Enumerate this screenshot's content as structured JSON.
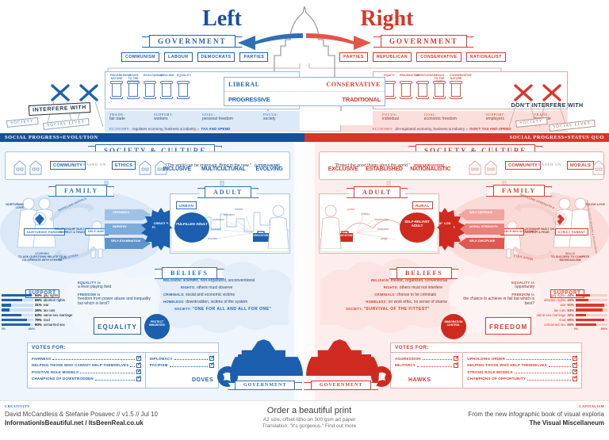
{
  "meta": {
    "colors": {
      "left": "#1f62ad",
      "left_dark": "#16509a",
      "right": "#d9382c",
      "right_dark": "#c32a20",
      "left_tint": "#dce9f6",
      "right_tint": "#fadedc",
      "grey": "#6f6f6f"
    }
  },
  "top": {
    "left_title": "Left",
    "right_title": "Right",
    "left_government": "GOVERNMENT",
    "right_government": "GOVERNMENT",
    "left_parties_label": "PARTIES",
    "right_parties_label": "PARTIES",
    "left_parties": [
      "COMMUNISM",
      "LABOUR",
      "DEMOCRATS"
    ],
    "right_parties": [
      "REPUBLICAN",
      "CONSERVATIVE",
      "NATIONALIST"
    ],
    "left_pillars": [
      "PROGRESSIVE NATURE",
      "LOOKS TO THE FUTURE",
      "EGALITARIAN",
      "IDEALISM",
      "EQUALITY"
    ],
    "right_pillars": [
      "EQUITY",
      "PRAGMATISM",
      "MERITOCRACY",
      "LOOKS TO THE PAST",
      "CONSERVATIVE NATURE"
    ],
    "ideology": {
      "left_a": "LIBERAL",
      "left_b": "PROGRESSIVE",
      "right_a": "CONSERVATIVE",
      "right_b": "TRADITIONAL"
    },
    "left_attrs": [
      {
        "k": "TRADE:",
        "v": "fair trade"
      },
      {
        "k": "SUPPORT:",
        "v": "workers"
      },
      {
        "k": "GOAL:",
        "v": "personal freedom"
      },
      {
        "k": "FOCUS:",
        "v": "society"
      }
    ],
    "right_attrs": [
      {
        "k": "FOCUS:",
        "v": "individual"
      },
      {
        "k": "GOAL:",
        "v": "economic freedom"
      },
      {
        "k": "SUPPORT:",
        "v": "employers"
      },
      {
        "k": "TRADE:",
        "v": "free trade"
      }
    ],
    "left_economy_key": "ECONOMY:",
    "left_economy_text": "regulates economy, business & industry =",
    "left_economy_hl": "TAX AND SPEND",
    "right_economy_key": "ECONOMY:",
    "right_economy_text": "de-regulated economy, business & industry =",
    "right_economy_hl": "DON'T TAX AND SPEND",
    "left_interfere": "INTERFERE WITH",
    "right_interfere": "DON'T INTERFERE WITH",
    "society_tag": "SOCIETY",
    "social_lives_tag": "SOCIAL LIVES"
  },
  "bands": {
    "left": "SOCIAL PROGRESS=EVOLUTION",
    "right": "SOCIAL PROGRESS=STATUS QUO"
  },
  "society": {
    "heading_left": "SOCIETY & CULTURE",
    "heading_right": "SOCIETY & CULTURE",
    "left_community": "COMMUNITY",
    "left_basedon": "BASED ON",
    "left_ethics": "ETHICS",
    "left_quote": "\"The world can be improved. Bring in the new.\"",
    "left_quote_tag": "(UTOPIANISM)",
    "left_words": [
      "INCLUSIVE",
      "MULTICULTURAL",
      "EVOLVING"
    ],
    "right_community": "COMMUNITY",
    "right_basedon": "BASED ON",
    "right_morals": "MORALS",
    "right_quote": "\"Protect the good things about the world.\"",
    "right_quote_tag": "(PRESERVATION)",
    "right_words": [
      "EXCLUSIVE",
      "ESTABLISHED",
      "NATIONALISTIC"
    ]
  },
  "family": {
    "left_heading": "FAMILY",
    "left_nurturing_love": "NURTURING LOVE",
    "left_instilling": "INSTILLING MORALS",
    "left_parent": "NURTURING PARENT",
    "left_relationship": "RELATIONSHIP BUILT ON RESPECT & TRUST",
    "left_child": "SELF-NURTURING CHILD",
    "left_arrows": [
      "OPENNESS",
      "EMPATHY",
      "SELF-EXAMINATION"
    ],
    "left_star": "CREATES POTENTIAL",
    "left_learning": "LEARNING",
    "left_learning_text": "TO ASK QUESTIONS RELATE TO & CO-OPERATE WITH OTHERS",
    "left_education": "EDUCATION",
    "right_heading": "FAMILY",
    "right_tough_love": "TOUGH LOVE",
    "right_instilling": "INSTILLING STRENGTH &",
    "right_parent": "STRICT PARENT",
    "right_relationship": "RELATIONSHIP BUILT ON RESPECT & FEAR",
    "right_child": "SELF-RELIANT CHILD",
    "right_arrows": [
      "SELF-DEFENCE",
      "MORAL STRENGTH",
      "SELF-DISCIPLINE"
    ],
    "right_star": "BUILDS CHARACTER",
    "right_skills": "SKILLS",
    "right_skills_text": "TO SUCCEED TO COMPETE INDIVIDUALISM",
    "right_education": "EDUCATION",
    "right_outer": "PRINCIPLES OF REWARD & PUNISHMENT"
  },
  "adult": {
    "left_heading": "ADULT",
    "left_tag": "URBAN",
    "left_circle": "FULFILLED ADULT",
    "left_jobs": [
      "media",
      "architect",
      "professor",
      "scientist",
      "teacher"
    ],
    "left_case": "EDUCATION",
    "right_heading": "ADULT",
    "right_tag": "RURAL",
    "right_circle": "SELF-RELIANT ADULT",
    "right_jobs": [
      "police",
      "military",
      "stockbroker",
      "business",
      "judge"
    ],
    "right_case": "EDUCATION"
  },
  "beliefs": {
    "left_heading": "BELIEFS",
    "left_rows": [
      {
        "k": "RELIGION:",
        "v": "scientific, non-organized, unconventional"
      },
      {
        "k": "RIGHTS:",
        "v": "others must observe"
      },
      {
        "k": "CRIMINALS:",
        "v": "social and economic victims"
      },
      {
        "k": "HOMELESS:",
        "v": "downtrodden, victims of the system"
      },
      {
        "k": "SOCIETY:",
        "v": "\"ONE FOR ALL AND ALL FOR ONE\""
      }
    ],
    "right_heading": "BELIEFS",
    "right_rows": [
      {
        "k": "RELIGION:",
        "v": "theistic, organized, conventional"
      },
      {
        "k": "RIGHTS:",
        "v": "others must not interfere"
      },
      {
        "k": "CRIMINALS:",
        "v": "choose to be criminals"
      },
      {
        "k": "HOMELESS:",
        "v": "no work ethic, no sense of shame"
      },
      {
        "k": "SOCIETY:",
        "v": "\"SURVIVAL OF THE FITTEST\""
      }
    ]
  },
  "values": {
    "left_eq_k": "EQUALITY is",
    "left_eq_v": "a level playing field",
    "left_fr_k": "FREEDOM is",
    "left_fr_v": "freedom from power abuse and inequality but which is best?",
    "left_badge": "EQUALITY",
    "left_circle_badge": "PROTECT MINORITIES",
    "right_eq_k": "EQUALITY is",
    "right_eq_v": "opportunity",
    "right_fr_k": "FREEDOM is",
    "right_fr_v": "the chance to achieve or fail but which is best?",
    "right_badge": "FREEDOM",
    "right_circle_badge": "IMMIGRATION CONTROL"
  },
  "support": {
    "left_title": "SUPPORT",
    "left_axis_min": "0%",
    "left_axis_max": "100%",
    "left_rows": [
      {
        "label": "gay rights",
        "pct": 94
      },
      {
        "label": "abortion rights",
        "pct": 66
      },
      {
        "label": "war",
        "pct": 31
      },
      {
        "label": "tax cuts",
        "pct": 26
      },
      {
        "label": "same-sex marriage",
        "pct": 63
      },
      {
        "label": "God",
        "pct": 79
      },
      {
        "label": "unmarried sex",
        "pct": 90
      }
    ],
    "right_title": "SUPPORT",
    "right_axis_min": "0%",
    "right_axis_max": "100%",
    "right_rows": [
      {
        "label": "gay rights",
        "pct": 44
      },
      {
        "label": "abortion rights",
        "pct": 40
      },
      {
        "label": "war",
        "pct": 91
      },
      {
        "label": "tax cuts",
        "pct": 84
      },
      {
        "label": "same-sex marriage",
        "pct": 32
      },
      {
        "label": "God",
        "pct": 89
      },
      {
        "label": "unmarried sex",
        "pct": 66
      }
    ]
  },
  "votes": {
    "left_title": "VOTES FOR:",
    "left_col1": [
      "FAIRNESS",
      "HELPING THOSE WHO CANNOT HELP THEMSELVES",
      "POSITIVE ROLE MODELS",
      "CHAMPIONS OF DOWNTRODDEN"
    ],
    "left_col2": [
      "DIPLOMACY",
      "PACIFISM"
    ],
    "left_badge": "DOVES",
    "left_gov": "GOVERNMENT",
    "right_title": "VOTES FOR:",
    "right_col1": [
      "AGGRESSION",
      "MILITARCY"
    ],
    "right_col2": [
      "UPHOLDING ORDER",
      "HELPING THOSE WHO HELP THEMSELVES",
      "STRONG ROLE MODELS",
      "CHAMPIONS OF OPPORTUNITY"
    ],
    "right_badge": "HAWKS",
    "right_gov": "GOVERNMENT"
  },
  "footer": {
    "left_tag": "CREATIVITY",
    "left_line1": "David McCandless & Stefanie Posavec // v1.5 // Jul 10",
    "left_line2": "InformationIsBeautiful.net / ItsBeenReal.co.uk",
    "center_line1": "Order a beautiful print",
    "center_line2": "A2 size, offset-litho on 300 gsm art paper",
    "center_line3": "Translation: \"it's gorgeous.\" Find out more",
    "right_tag": "CAPITALISM",
    "right_line1": "From the new infographic book of visual exploria",
    "right_line2": "The Visual Miscellaneum"
  }
}
